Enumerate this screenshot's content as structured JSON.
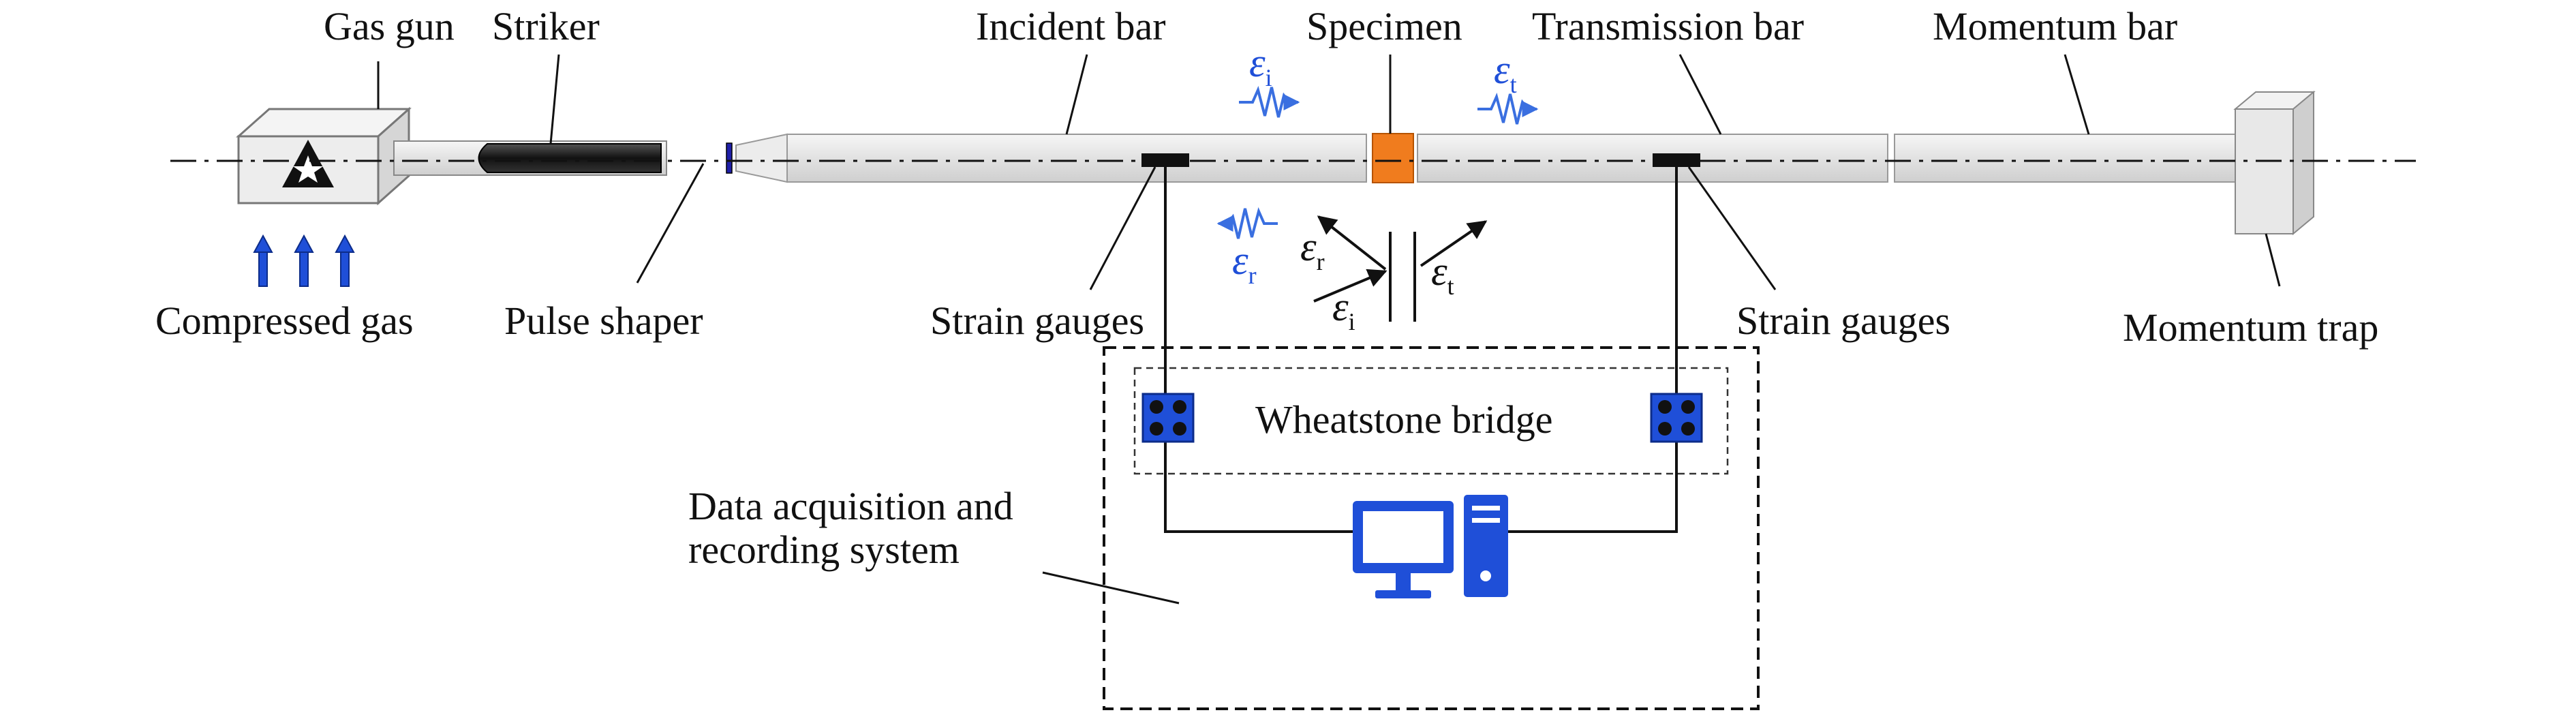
{
  "labels": {
    "gas_gun": "Gas gun",
    "striker": "Striker",
    "incident_bar": "Incident bar",
    "specimen": "Specimen",
    "transmission_bar": "Transmission bar",
    "momentum_bar": "Momentum bar",
    "compressed_gas": "Compressed gas",
    "pulse_shaper": "Pulse shaper",
    "strain_gauges_left": "Strain gauges",
    "strain_gauges_right": "Strain gauges",
    "momentum_trap": "Momentum trap",
    "wheatstone_bridge": "Wheatstone bridge",
    "daq_line1": "Data acquisition and",
    "daq_line2": "recording system"
  },
  "symbols": {
    "epsilon": "ε",
    "sub_i": "i",
    "sub_r": "r",
    "sub_t": "t"
  },
  "colors": {
    "bar_fill": "#e4e4e4",
    "specimen": "#f07c1e",
    "device_blue": "#1f4fd8",
    "wave_blue": "#3a6fe0",
    "line": "#111111"
  },
  "icons": {
    "gas_gun_warning": "warning-triangle-icon",
    "computer": "desktop-computer-icon",
    "bridge_connector": "four-dot-connector-icon"
  }
}
